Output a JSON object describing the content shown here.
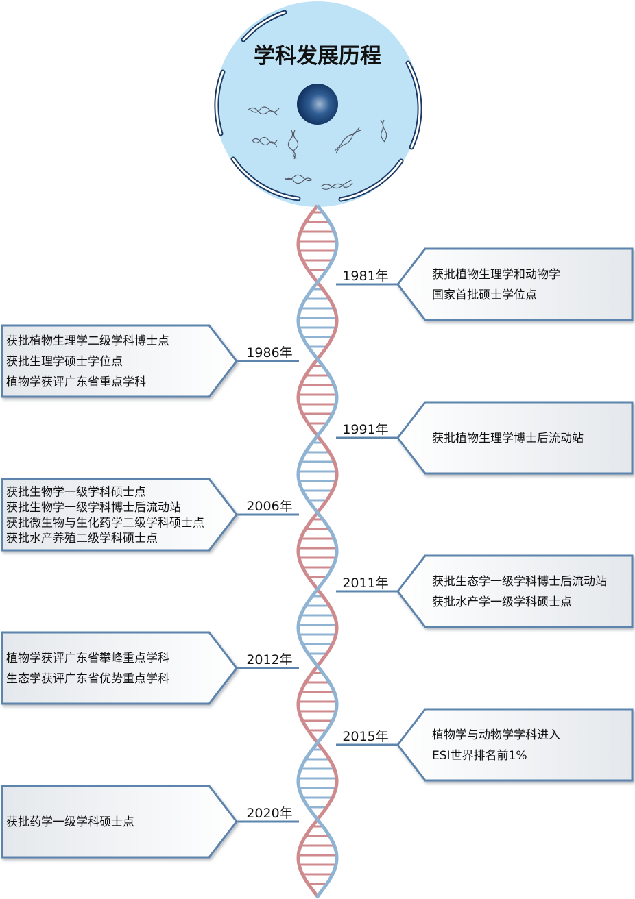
{
  "title": "学科发展历程",
  "colors": {
    "cell_fill": "#bfe3f6",
    "cell_wall": "#1b3b66",
    "strand_blue": "#8fb3d3",
    "strand_red": "#cf8a8d",
    "box_border": "#5d84ad",
    "box_fill": "#f4f6f8",
    "connector": "#5d84ad"
  },
  "milestones": [
    {
      "year": "1981年",
      "lines": [
        "获批植物生理学和动物学",
        "国家首批硕士学位点"
      ]
    },
    {
      "year": "1986年",
      "lines": [
        "获批植物生理学二级学科博士点",
        "获批生理学硕士学位点",
        "植物学获评广东省重点学科"
      ]
    },
    {
      "year": "1991年",
      "lines": [
        "获批植物生理学博士后流动站"
      ]
    },
    {
      "year": "2006年",
      "lines": [
        "获批生物学一级学科硕士点",
        "获批生物学一级学科博士后流动站",
        "获批微生物与生化药学二级学科硕士点",
        "获批水产养殖二级学科硕士点"
      ]
    },
    {
      "year": "2011年",
      "lines": [
        "获批生态学一级学科博士后流动站",
        "获批水产学一级学科硕士点"
      ]
    },
    {
      "year": "2012年",
      "lines": [
        "植物学获评广东省攀峰重点学科",
        "生态学获评广东省优势重点学科"
      ]
    },
    {
      "year": "2015年",
      "lines": [
        "植物学与动物学学科进入",
        "ESI世界排名前1%"
      ]
    },
    {
      "year": "2020年",
      "lines": [
        "获批药学一级学科硕士点"
      ]
    }
  ]
}
